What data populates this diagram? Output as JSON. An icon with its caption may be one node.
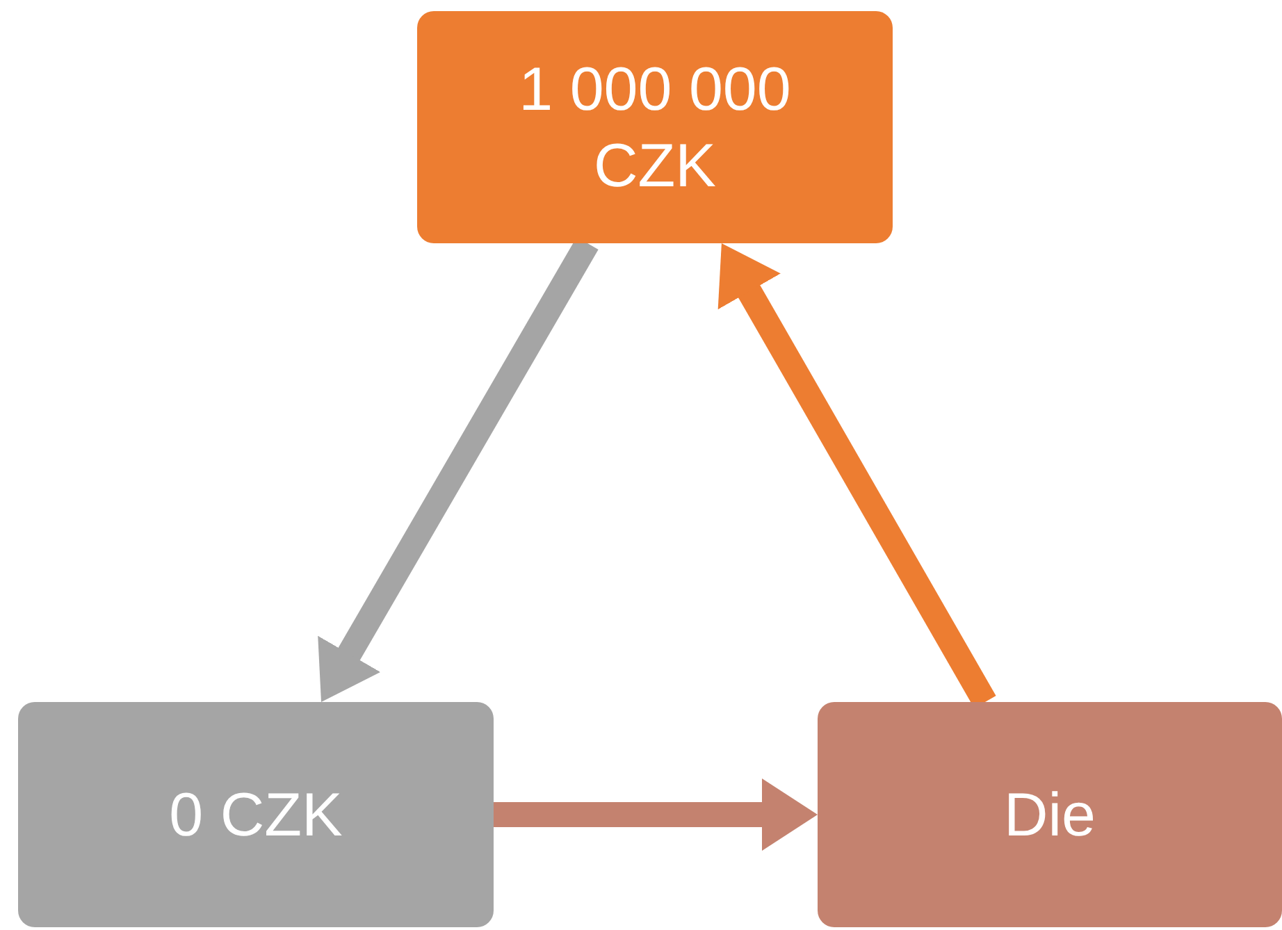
{
  "diagram": {
    "nodes": [
      {
        "text": [
          "1 000 000 CZK"
        ]
      },
      {
        "text": [
          "0 CZK"
        ]
      },
      {
        "text": [
          "Die"
        ]
      }
    ],
    "edges": [
      {
        "from": 0,
        "to": 1,
        "arrow": "to",
        "color": "#a5a5a5"
      },
      {
        "from": 1,
        "to": 2,
        "arrow": "to",
        "color": "#c4826f"
      },
      {
        "from": 2,
        "to": 0,
        "arrow": "to",
        "color": "#ed7d31"
      }
    ]
  }
}
